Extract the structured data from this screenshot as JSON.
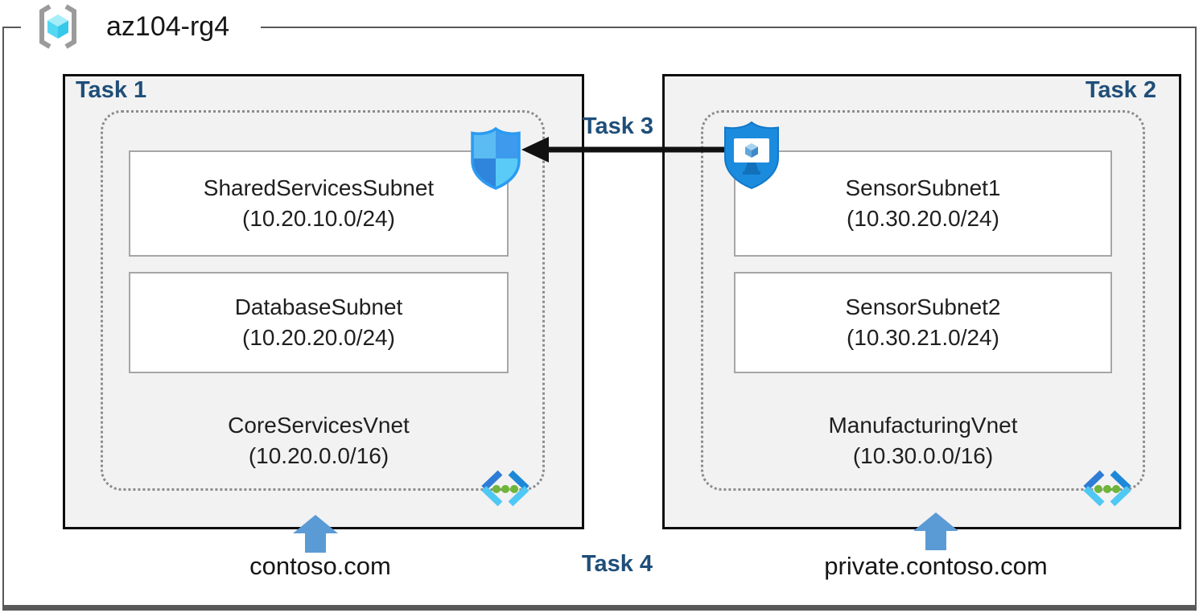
{
  "resource_group": {
    "name": "az104-rg4",
    "icon": "resource-group-icon"
  },
  "tasks": {
    "task1": "Task 1",
    "task2": "Task 2",
    "task3": "Task 3",
    "task4": "Task 4"
  },
  "vnets": [
    {
      "name": "CoreServicesVnet",
      "cidr": "(10.20.0.0/16)",
      "task_label": "Task 1",
      "subnets": [
        {
          "name": "SharedServicesSubnet",
          "cidr": "(10.20.10.0/24)"
        },
        {
          "name": "DatabaseSubnet",
          "cidr": "(10.20.20.0/24)"
        }
      ],
      "dns_zone": "contoso.com",
      "icon": "virtual-network-icon"
    },
    {
      "name": "ManufacturingVnet",
      "cidr": "(10.30.0.0/16)",
      "task_label": "Task 2",
      "subnets": [
        {
          "name": "SensorSubnet1",
          "cidr": "(10.30.20.0/24)"
        },
        {
          "name": "SensorSubnet2",
          "cidr": "(10.30.21.0/24)"
        }
      ],
      "dns_zone": "private.contoso.com",
      "icon": "virtual-network-icon"
    }
  ],
  "connections": {
    "peering_arrow": {
      "icon": "left-arrow",
      "from": "bastion-icon",
      "to": "nsg-shield-icon",
      "label": "Task 3"
    },
    "dns_links": [
      {
        "icon": "up-arrow",
        "label": "contoso.com"
      },
      {
        "icon": "up-arrow",
        "label": "private.contoso.com"
      }
    ]
  },
  "icons": {
    "nsg": "nsg-shield-icon",
    "bastion": "bastion-icon",
    "virtual_network": "virtual-network-icon",
    "resource_group": "resource-group-icon"
  },
  "colors": {
    "task_label": "#1F4E79",
    "arrow_blue": "#5B9BD5",
    "frame_gray": "#595959",
    "box_fill": "#F2F2F2",
    "subnet_border": "#A6A6A6",
    "dashed_border": "#8C8C8C",
    "nsg_border": "#2B9BF1",
    "bastion_blue": "#1B8BDE",
    "vnet_green_dot": "#6FB53A"
  }
}
